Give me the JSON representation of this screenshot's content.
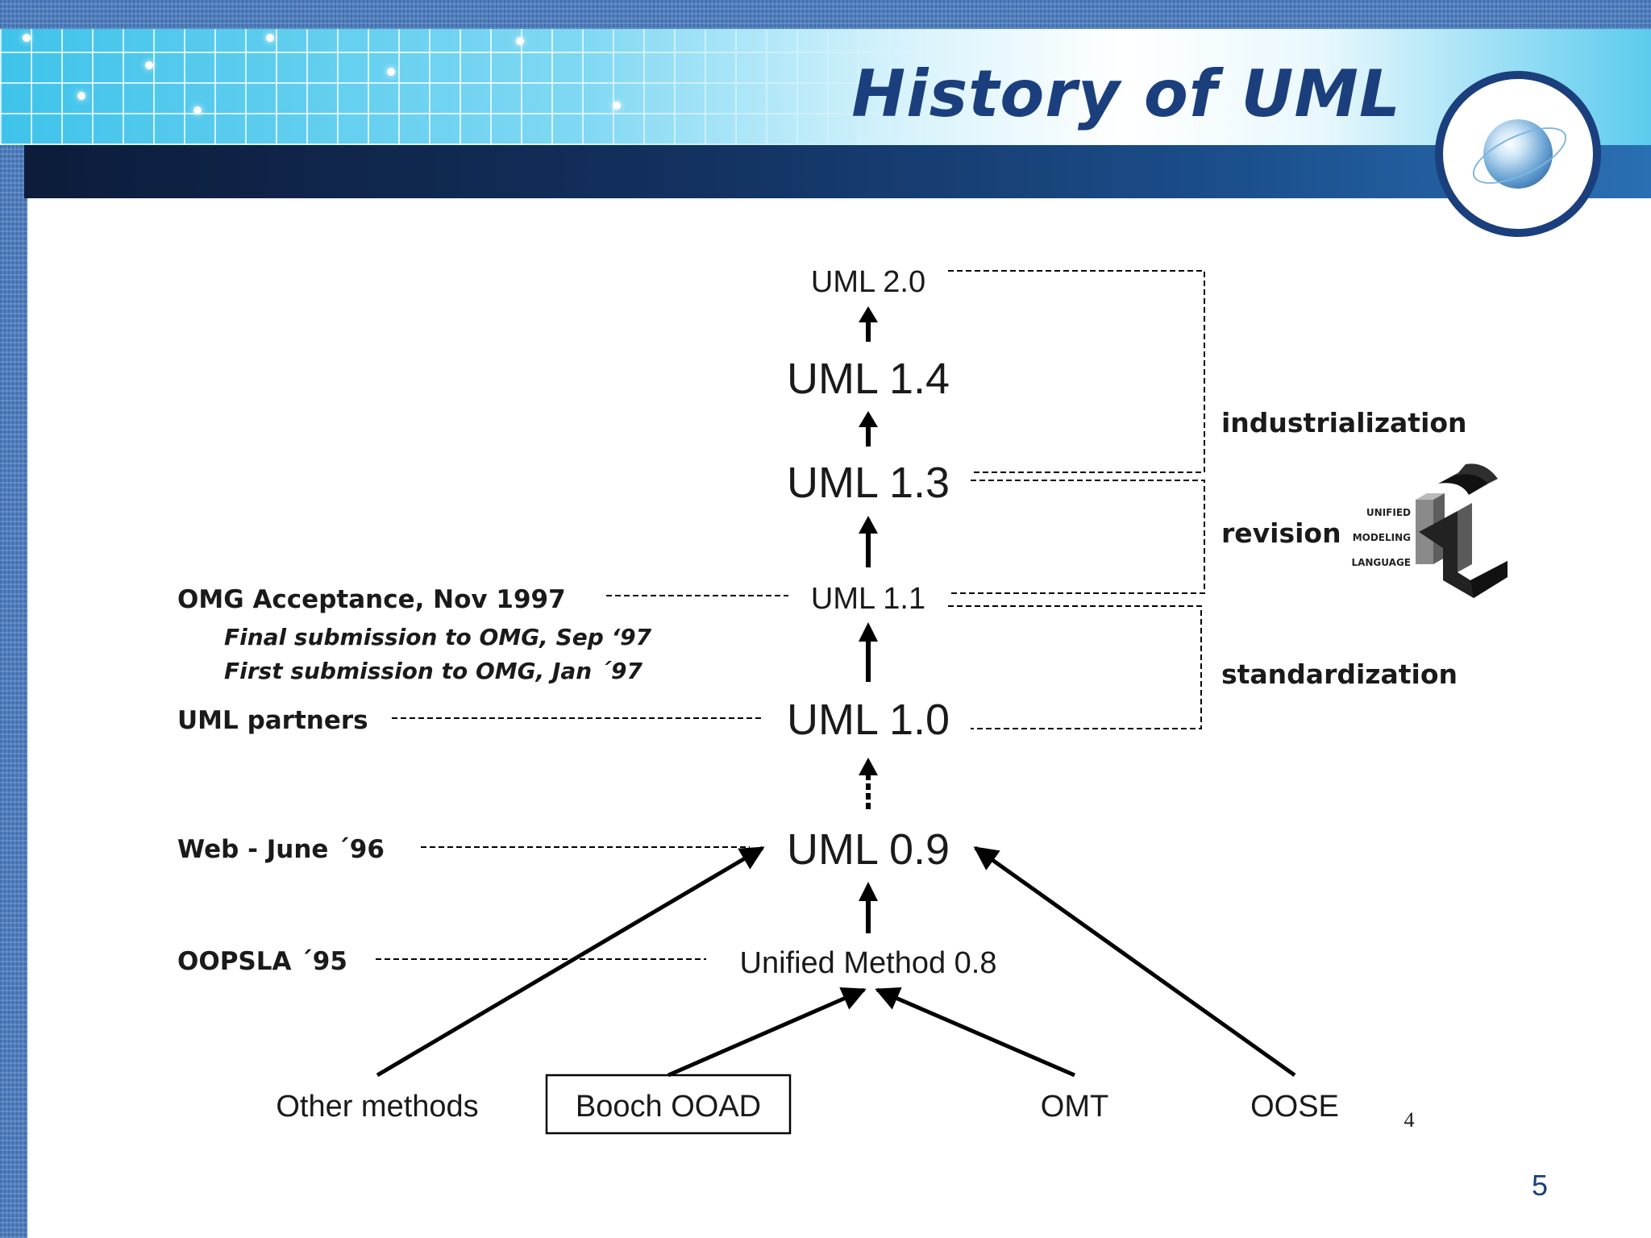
{
  "slide": {
    "title": "History of UML",
    "slide_number": "5"
  },
  "diagram": {
    "versions": {
      "uml20": "UML 2.0",
      "uml14": "UML 1.4",
      "uml13": "UML 1.3",
      "uml11": "UML 1.1",
      "uml10": "UML 1.0",
      "uml09": "UML 0.9",
      "unified08": "Unified Method 0.8"
    },
    "events": {
      "omg_acceptance": "OMG Acceptance, Nov 1997",
      "final_submission": "Final submission to OMG, Sep ‘97",
      "first_submission": "First submission to OMG, Jan ´97",
      "uml_partners": "UML partners",
      "web": "Web - June ´96",
      "oopsla": "OOPSLA ´95"
    },
    "sources": {
      "other": "Other methods",
      "booch": "Booch OOAD",
      "omt": "OMT",
      "oose": "OOSE"
    },
    "phases": {
      "industrialization": "industrialization",
      "revision": "revision",
      "standardization": "standardization"
    },
    "logo": {
      "line1": "UNIFIED",
      "line2": "MODELING",
      "line3": "LANGUAGE"
    },
    "footnote": "4"
  }
}
